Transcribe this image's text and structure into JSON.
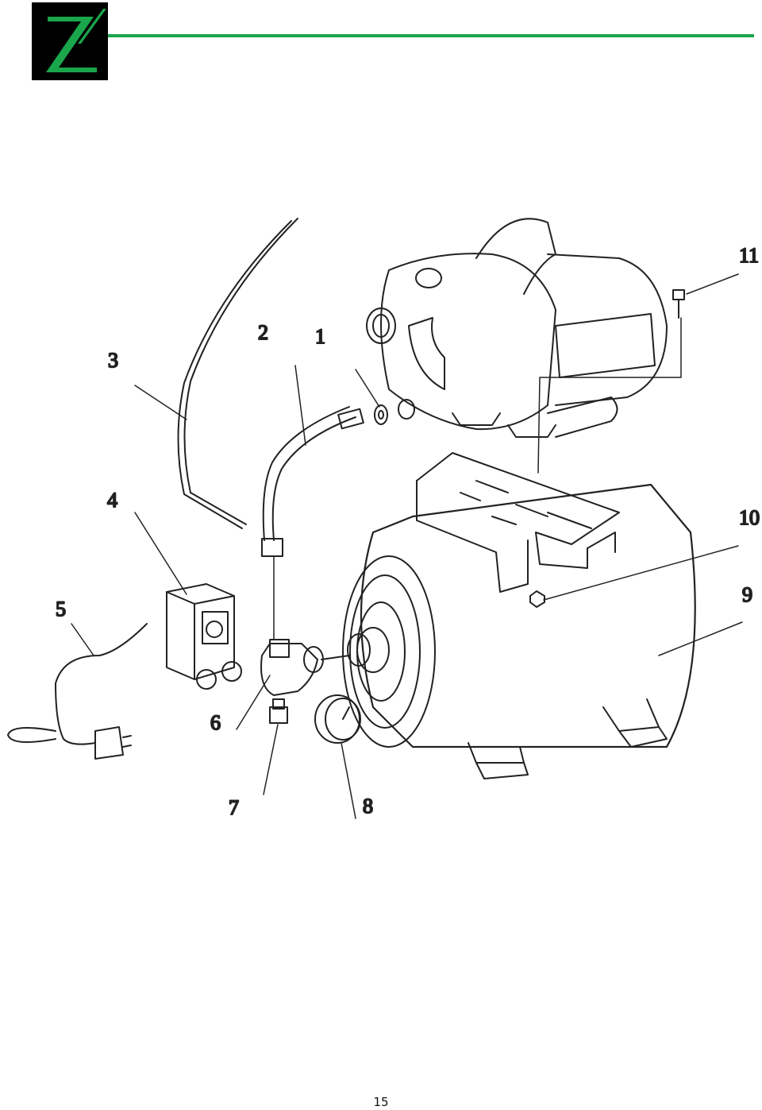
{
  "header": {
    "brand_color": "#1aa64b",
    "logo_icon": "z-brand-logo"
  },
  "diagram": {
    "part_numbers": {
      "p1": "1",
      "p2": "2",
      "p3": "3",
      "p4": "4",
      "p5": "5",
      "p6": "6",
      "p7": "7",
      "p8": "8",
      "p9": "9",
      "p10": "10",
      "p11": "11"
    }
  },
  "footer": {
    "page_number": "15"
  }
}
